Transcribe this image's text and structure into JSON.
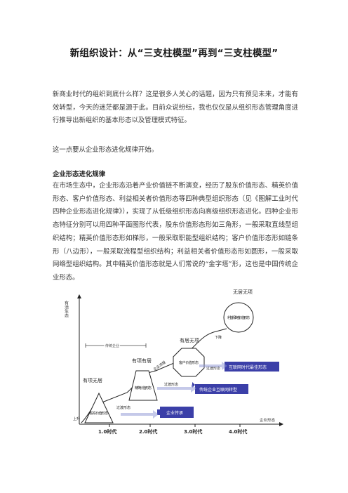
{
  "document": {
    "title": "新组织设计：从“三支柱模型”再到“三支柱模型”",
    "paragraphs": [
      "新商业时代的组织到底什么样？这是很多人关心的话题，因为只有预见未来，才能有效转型，今天的迷茫都是源于此。目前众说纷纭，我也仅仅是从组织形态管理角度进行推导出新组织的基本形态以及管理模式特征。",
      "这一点要从企业形态进化规律开始。"
    ],
    "section_heading": "企业形态进化规律",
    "section_paragraph": "在市场生态中，企业形态沿着产业价值链不断演变，经历了股东价值形态、精英价值形态、客户价值形态、利益相关者价值形态等四种典型组织形态（见《图解工业时代四种企业形态进化规律》），实现了从低级组织形态向高级组织形态进化。四种企业形态特征分别可以用四种平面图形代表，股东价值形态形如三角形，一般采取直线型组织结构；精英价值形态形如梯形，一般采取职能型组织结构；客户价值形态形如链条形（八边形），一般采取流程型组织结构；利益相关者价值形态形如圆形，一般采取网络型组织结构。其中精英价值形态就是人们常说的“金字塔”形，这也是中国传统企业形态。"
  },
  "diagram": {
    "y_axis_label": "有活生态",
    "x_axis_label": "企业形态",
    "eras": [
      "1.0时代",
      "2.0时代",
      "3.0时代",
      "4.0时代"
    ],
    "traditional_bracket": "传统企业",
    "stage_labels": [
      "有项无居",
      "有项有居",
      "有居无项",
      "无居无项"
    ],
    "shapes": [
      "股东价值形态",
      "精英价值形态",
      "客户价值形态",
      "利益相关者价值形态"
    ],
    "transitions": [
      "上升",
      "过渡形态",
      "企业流程",
      "过渡形态",
      "过渡形态",
      "下降"
    ],
    "arrows": [
      "企业传承",
      "传统企业互联网转型",
      "互联网时代最佳形态"
    ],
    "colors": {
      "arrow": "#3b3fa8",
      "line": "#222222",
      "text": "#333333"
    }
  }
}
